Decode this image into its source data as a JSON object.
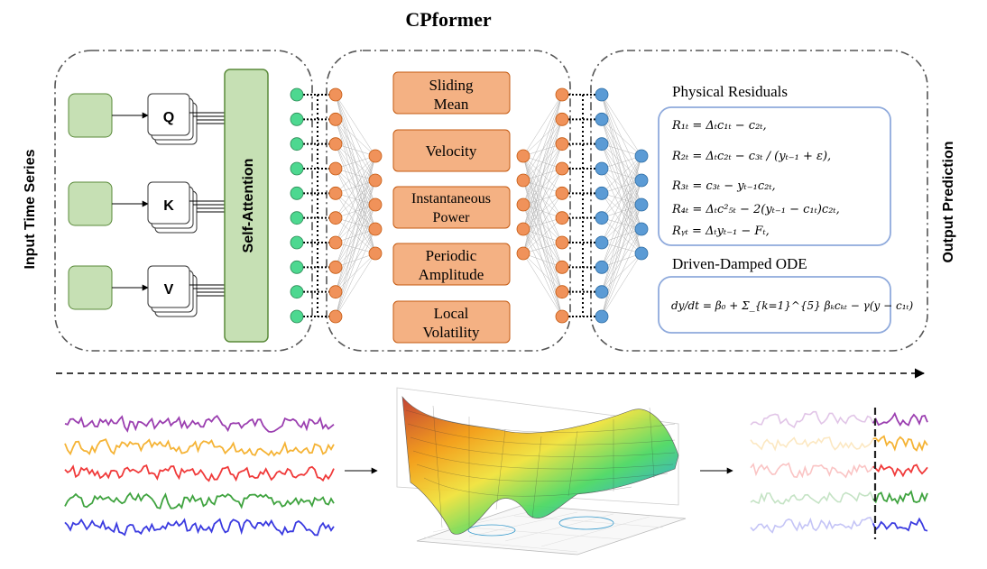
{
  "title": "CPformer",
  "input_label": "Input Time Series",
  "output_label": "Output Prediction",
  "attention": {
    "label": "Self-Attention",
    "qkv": [
      "Q",
      "K",
      "V"
    ]
  },
  "features": [
    {
      "line1": "Sliding",
      "line2": "Mean"
    },
    {
      "line1": "Velocity",
      "line2": ""
    },
    {
      "line1": "Instantaneous",
      "line2": "Power"
    },
    {
      "line1": "Periodic",
      "line2": "Amplitude"
    },
    {
      "line1": "Local",
      "line2": "Volatility"
    }
  ],
  "physical_residuals": {
    "title": "Physical Residuals",
    "equations": [
      "R₁ₜ = Δₜc₁ₜ − c₂ₜ,",
      "R₂ₜ = Δₜc₂ₜ − c₃ₜ / (yₜ₋₁ + ε),",
      "R₃ₜ = c₃ₜ − yₜ₋₁c₂ₜ,",
      "R₄ₜ = Δₜc²₅ₜ − 2(yₜ₋₁ − c₁ₜ)c₂ₜ,",
      "Rᵧₜ = Δₜyₜ₋₁ − Fₜ,"
    ]
  },
  "ode": {
    "title": "Driven-Damped ODE",
    "equation": "dy/dt = β₀ + Σ_{k=1}^{5} βₖcₖₜ − γ(y − c₁ₜ)"
  },
  "colors": {
    "green_fill": "#c6e0b4",
    "green_stroke": "#5a8a3a",
    "green_node": "#4dd890",
    "orange_fill": "#f4b183",
    "orange_node": "#f0925a",
    "orange_stroke": "#c55a11",
    "blue_node": "#5b9bd5",
    "blue_box": "#8faadc",
    "series": [
      "#9b3fb0",
      "#f5b335",
      "#f03a3a",
      "#3fa33f",
      "#3a3ae0"
    ]
  },
  "icons": [
    "arrow-right-icon",
    "dashed-arrow-icon",
    "surface-plot-icon"
  ]
}
